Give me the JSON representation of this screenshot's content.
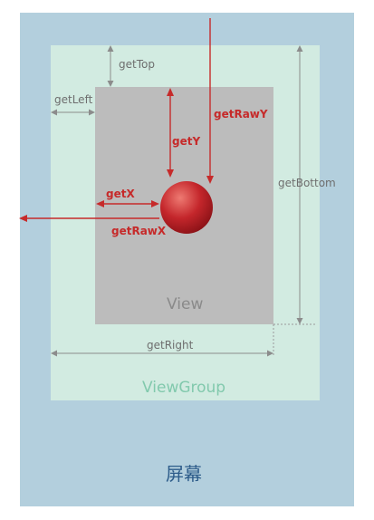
{
  "labels": {
    "get_top": "getTop",
    "get_left": "getLeft",
    "get_bottom": "getBottom",
    "get_right": "getRight",
    "get_raw_y": "getRawY",
    "get_y": "getY",
    "get_x": "getX",
    "get_raw_x": "getRawX",
    "view": "View",
    "viewgroup": "ViewGroup",
    "screen": "屏幕"
  },
  "colors": {
    "screen": "#b3cfdd",
    "viewgroup": "#d2ebe1",
    "view": "#bcbcbc",
    "red_arrow": "#c62a2a",
    "gray_arrow": "#8c8c8c",
    "touch_point": "#c0272d"
  }
}
